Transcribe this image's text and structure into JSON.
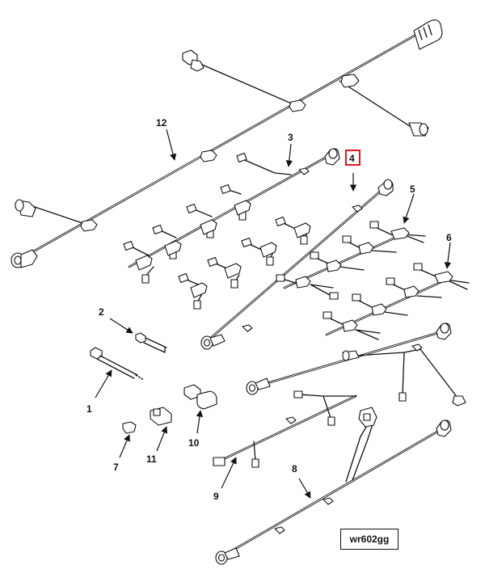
{
  "figure": {
    "reference_code": "wr602gg",
    "highlight_color": "#e00000",
    "callouts": [
      {
        "id": "c1",
        "label": "1"
      },
      {
        "id": "c2",
        "label": "2"
      },
      {
        "id": "c3",
        "label": "3"
      },
      {
        "id": "c4",
        "label": "4",
        "highlighted": true
      },
      {
        "id": "c5",
        "label": "5"
      },
      {
        "id": "c6",
        "label": "6"
      },
      {
        "id": "c7",
        "label": "7"
      },
      {
        "id": "c8",
        "label": "8"
      },
      {
        "id": "c9",
        "label": "9"
      },
      {
        "id": "c10",
        "label": "10"
      },
      {
        "id": "c11",
        "label": "11"
      },
      {
        "id": "c12",
        "label": "12"
      }
    ]
  }
}
